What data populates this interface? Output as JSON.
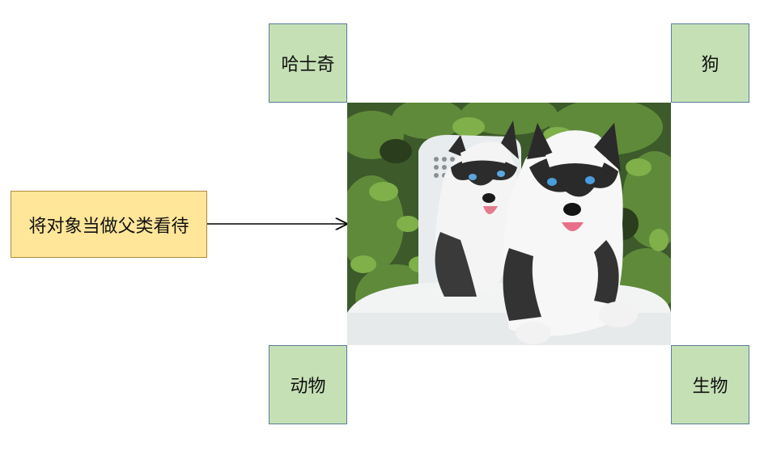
{
  "boxes": {
    "husky": "哈士奇",
    "dog": "狗",
    "animal": "动物",
    "life": "生物",
    "parent_view": "将对象当做父类看待"
  },
  "colors": {
    "green_box": "#c5e0b4",
    "yellow_box": "#ffe699",
    "arrow": "#000000"
  },
  "photo": {
    "subject": "two husky puppies sitting on a white chair",
    "icon": "husky-puppies-photo"
  }
}
